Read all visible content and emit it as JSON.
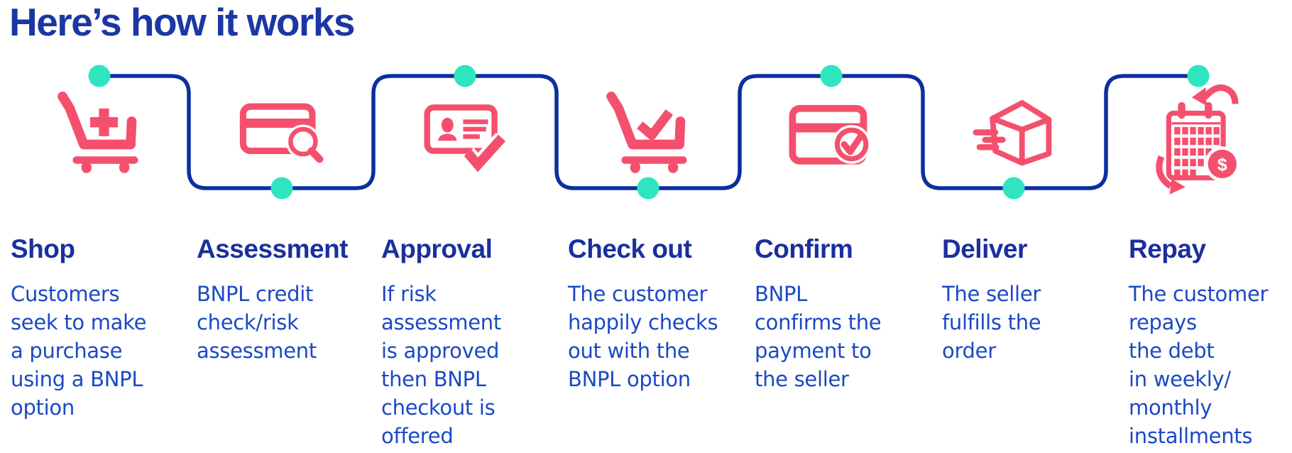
{
  "title": "Here’s how it works",
  "colors": {
    "title_text": "#1c37a4",
    "step_heading_text": "#1b2f9c",
    "step_body_text": "#1b49c4",
    "connector_line": "#0c2f9f",
    "icon_pink": "#f4506e",
    "dot_teal": "#2ee5c0",
    "background": "#ffffff"
  },
  "steps": [
    {
      "title": "Shop",
      "description": "Customers\nseek to make\na purchase\nusing a BNPL\noption",
      "icon": "cart-plus-icon",
      "dot_position": "top"
    },
    {
      "title": "Assessment",
      "description": "BNPL credit\ncheck/risk\nassessment",
      "icon": "card-search-icon",
      "dot_position": "bottom"
    },
    {
      "title": "Approval",
      "description": "If risk\nassessment\nis approved\nthen BNPL\ncheckout is\noffered",
      "icon": "id-card-check-icon",
      "dot_position": "top"
    },
    {
      "title": "Check out",
      "description": "The customer\nhappily checks\nout with the\nBNPL option",
      "icon": "cart-check-icon",
      "dot_position": "bottom"
    },
    {
      "title": "Confirm",
      "description": "BNPL\nconfirms the\npayment to\nthe seller",
      "icon": "card-check-icon",
      "dot_position": "top"
    },
    {
      "title": "Deliver",
      "description": "The seller\nfulfills the\norder",
      "icon": "delivery-box-icon",
      "dot_position": "bottom"
    },
    {
      "title": "Repay",
      "description": "The customer\nrepays\nthe debt\nin weekly/\nmonthly\ninstallments",
      "icon": "calendar-repayment-icon",
      "dot_position": "top",
      "badge_symbol": "$"
    }
  ]
}
